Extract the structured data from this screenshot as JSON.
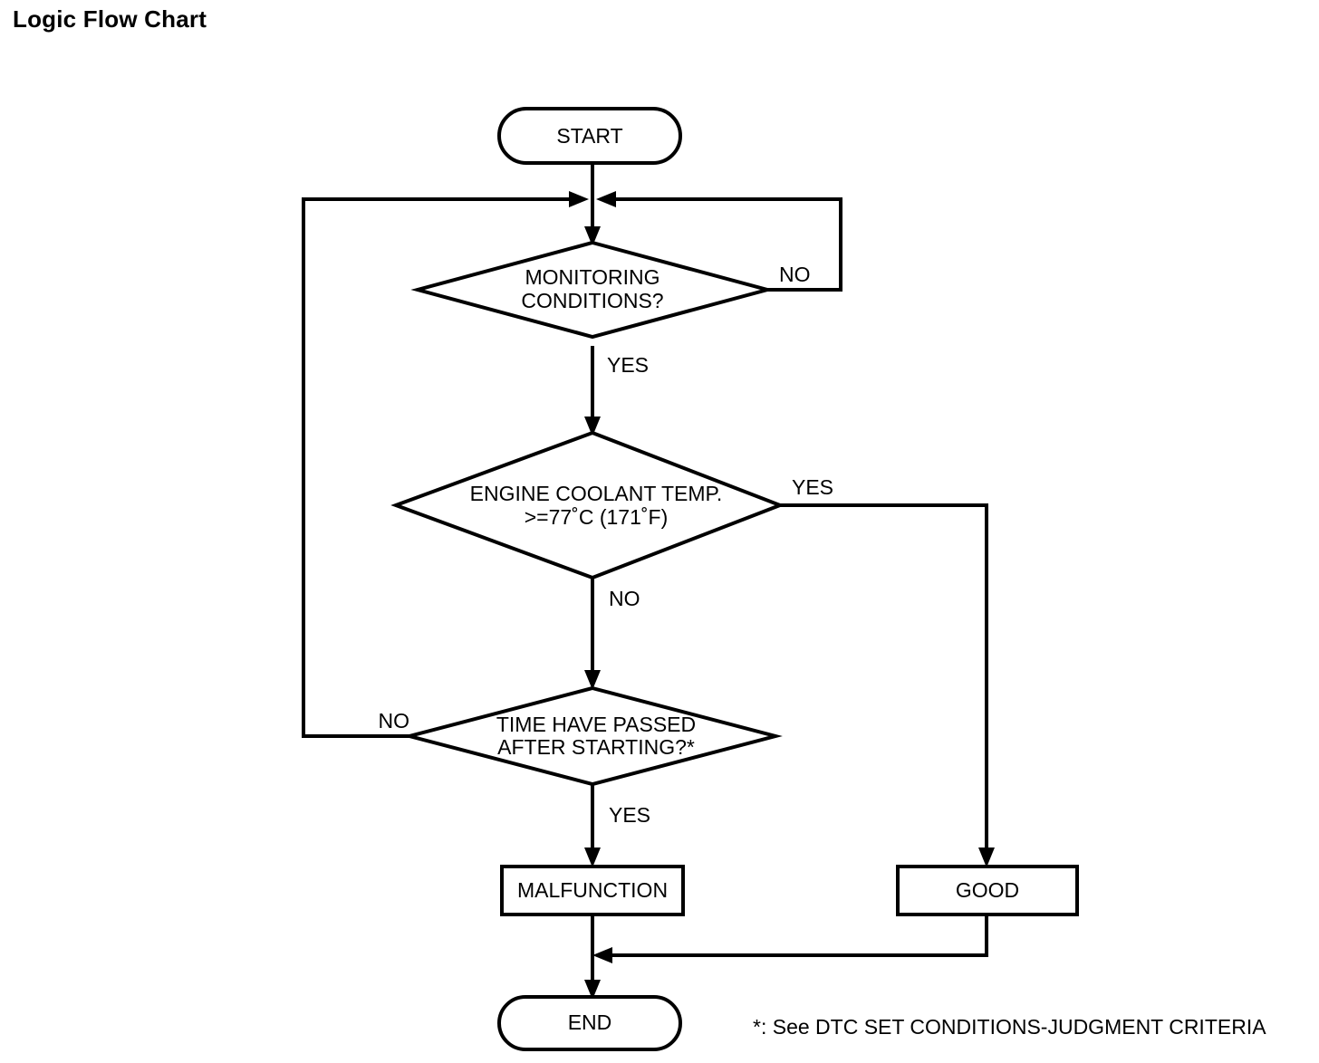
{
  "page": {
    "title": "Logic Flow Chart"
  },
  "chart_data": {
    "type": "diagram",
    "diagram_kind": "flowchart",
    "title": "Logic Flow Chart",
    "orientation": "top-to-bottom",
    "nodes": [
      {
        "id": "start",
        "shape": "terminator",
        "label": "START"
      },
      {
        "id": "monitoring",
        "shape": "decision",
        "label_lines": [
          "MONITORING",
          "CONDITIONS?"
        ]
      },
      {
        "id": "coolant",
        "shape": "decision",
        "label_lines": [
          "ENGINE COOLANT TEMP.",
          ">=77˚C (171˚F)"
        ]
      },
      {
        "id": "time",
        "shape": "decision",
        "label_lines": [
          "TIME HAVE PASSED",
          "AFTER STARTING?*"
        ]
      },
      {
        "id": "malfunction",
        "shape": "process",
        "label": "MALFUNCTION"
      },
      {
        "id": "good",
        "shape": "process",
        "label": "GOOD"
      },
      {
        "id": "end",
        "shape": "terminator",
        "label": "END"
      }
    ],
    "edges": [
      {
        "from": "start",
        "to": "monitoring",
        "label": ""
      },
      {
        "from": "monitoring",
        "to": "monitoring",
        "label": "NO",
        "route": "right-loop-back-to-entry"
      },
      {
        "from": "monitoring",
        "to": "coolant",
        "label": "YES"
      },
      {
        "from": "coolant",
        "to": "good",
        "label": "YES",
        "route": "right-then-down"
      },
      {
        "from": "coolant",
        "to": "time",
        "label": "NO"
      },
      {
        "from": "time",
        "to": "monitoring",
        "label": "NO",
        "route": "left-then-up-to-entry"
      },
      {
        "from": "time",
        "to": "malfunction",
        "label": "YES"
      },
      {
        "from": "malfunction",
        "to": "end",
        "label": ""
      },
      {
        "from": "good",
        "to": "end",
        "label": "",
        "route": "down-then-left-join"
      }
    ]
  },
  "nodes": {
    "start": {
      "label": "START"
    },
    "monitoring": {
      "line1": "MONITORING",
      "line2": "CONDITIONS?"
    },
    "coolant": {
      "line1": "ENGINE COOLANT TEMP.",
      "line2": ">=77˚C (171˚F)"
    },
    "time": {
      "line1": "TIME HAVE PASSED",
      "line2": "AFTER STARTING?*"
    },
    "malfunction": {
      "label": "MALFUNCTION"
    },
    "good": {
      "label": "GOOD"
    },
    "end": {
      "label": "END"
    }
  },
  "edge_labels": {
    "monitoring_no": "NO",
    "monitoring_yes": "YES",
    "coolant_yes": "YES",
    "coolant_no": "NO",
    "time_no": "NO",
    "time_yes": "YES"
  },
  "footnote": {
    "text": "*: See DTC SET CONDITIONS-JUDGMENT CRITERIA"
  },
  "colors": {
    "stroke": "#000000",
    "fill": "#ffffff",
    "text": "#000000"
  }
}
